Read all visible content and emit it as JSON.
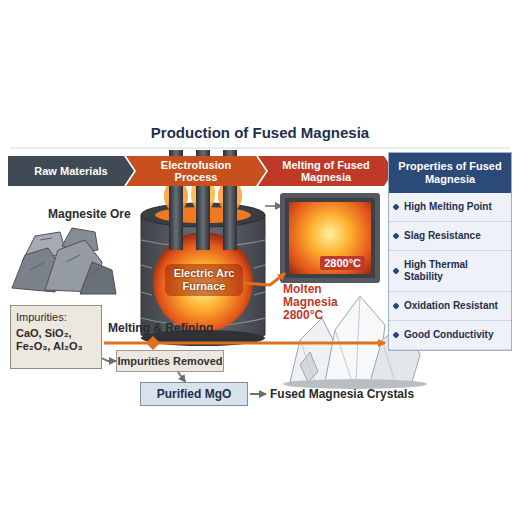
{
  "diagram": {
    "title": "Production of Fused Magnesia",
    "nodes": [
      {
        "text": [
          "Raw Materials"
        ]
      },
      {
        "text": [
          "Electrofusion Process"
        ]
      },
      {
        "text": [
          "Melting of Fused Magnesia"
        ]
      },
      {
        "text": [
          "Properties of Fused Magnesia",
          "High Melting Point",
          "Slag Resistance",
          "High Thermal Stability",
          "Oxidation Resistant",
          "Good Conductivity"
        ]
      },
      {
        "text": [
          "Electric Arc Furnace"
        ]
      },
      {
        "text": [
          "2800°C"
        ]
      },
      {
        "text": [
          "Impurities:",
          "CaO, SiO₂, Fe₂O₃, Al₂O₃"
        ]
      },
      {
        "text": [
          "Impurities Removed"
        ]
      },
      {
        "text": [
          "Purified MgO"
        ]
      }
    ],
    "edges": [
      {
        "from": 4,
        "to": 5,
        "arrow": "to"
      },
      {
        "from": 6,
        "to": 7,
        "arrow": "to"
      },
      {
        "from": 7,
        "to": 8,
        "arrow": "to"
      }
    ],
    "labels": [
      "Magnesite Ore",
      "Melting & Refining",
      "Molten Magnesia 2800°C",
      "Fused Magnesia Crystals"
    ]
  }
}
